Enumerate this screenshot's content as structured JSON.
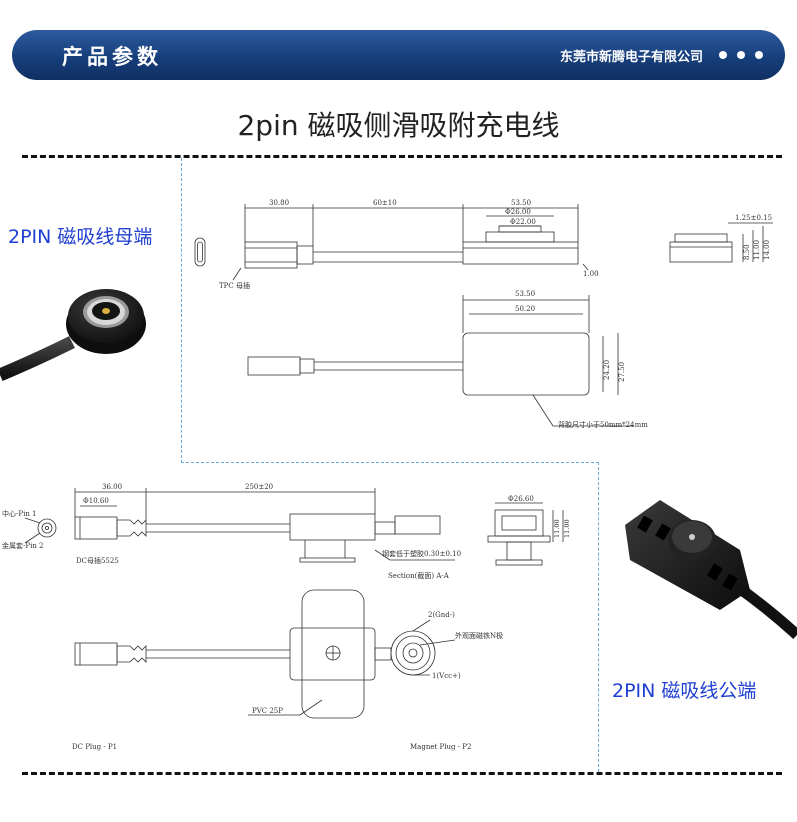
{
  "header": {
    "title": "产品参数",
    "company": "东莞市新腾电子有限公司"
  },
  "main_title": "2pin 磁吸侧滑吸附充电线",
  "labels": {
    "female": "2PIN 磁吸线母端",
    "male": "2PIN 磁吸线公端"
  },
  "drawing1": {
    "dim_30_80": "30.80",
    "dim_60": "60±10",
    "dim_53_50_a": "53.50",
    "dim_26_00": "Φ26.00",
    "dim_22_00": "Φ22.00",
    "dim_1_00": "1.00",
    "dim_1_25": "1.25±0.15",
    "dim_8_50": "8.50",
    "dim_11_00": "11.00",
    "dim_14_00": "14.00",
    "tpc_label": "TPC 母插",
    "dim_53_50_b": "53.50",
    "dim_50_20": "50.20",
    "dim_24_20": "24.20",
    "dim_27_50": "27.50",
    "back_note": "背胶尺寸小于50mm*24mm"
  },
  "drawing2": {
    "dim_36_00": "36.00",
    "dim_250": "250±20",
    "dim_10_60": "Φ10.60",
    "pin1": "中心-Pin 1",
    "pin2": "金属套-Pin 2",
    "dc_label": "DC母插5525",
    "dim_26_60": "Φ26.60",
    "dim_11_00a": "11.00",
    "dim_11_00b": "11.00",
    "steel_note": "钢套低于塑胶0.30±0.10",
    "section": "Section(截面) A-A",
    "gnd": "2(Gnd-)",
    "magnet_note": "外观面磁铁N极",
    "vcc": "1(Vcc+)",
    "pvc": "PVC 25P",
    "dc_plug": "DC Plug - P1",
    "magnet_plug": "Magnet Plug - P2"
  },
  "colors": {
    "banner": "#173f7c",
    "label_blue": "#1f3fd0",
    "guide": "#6aa8d8"
  }
}
